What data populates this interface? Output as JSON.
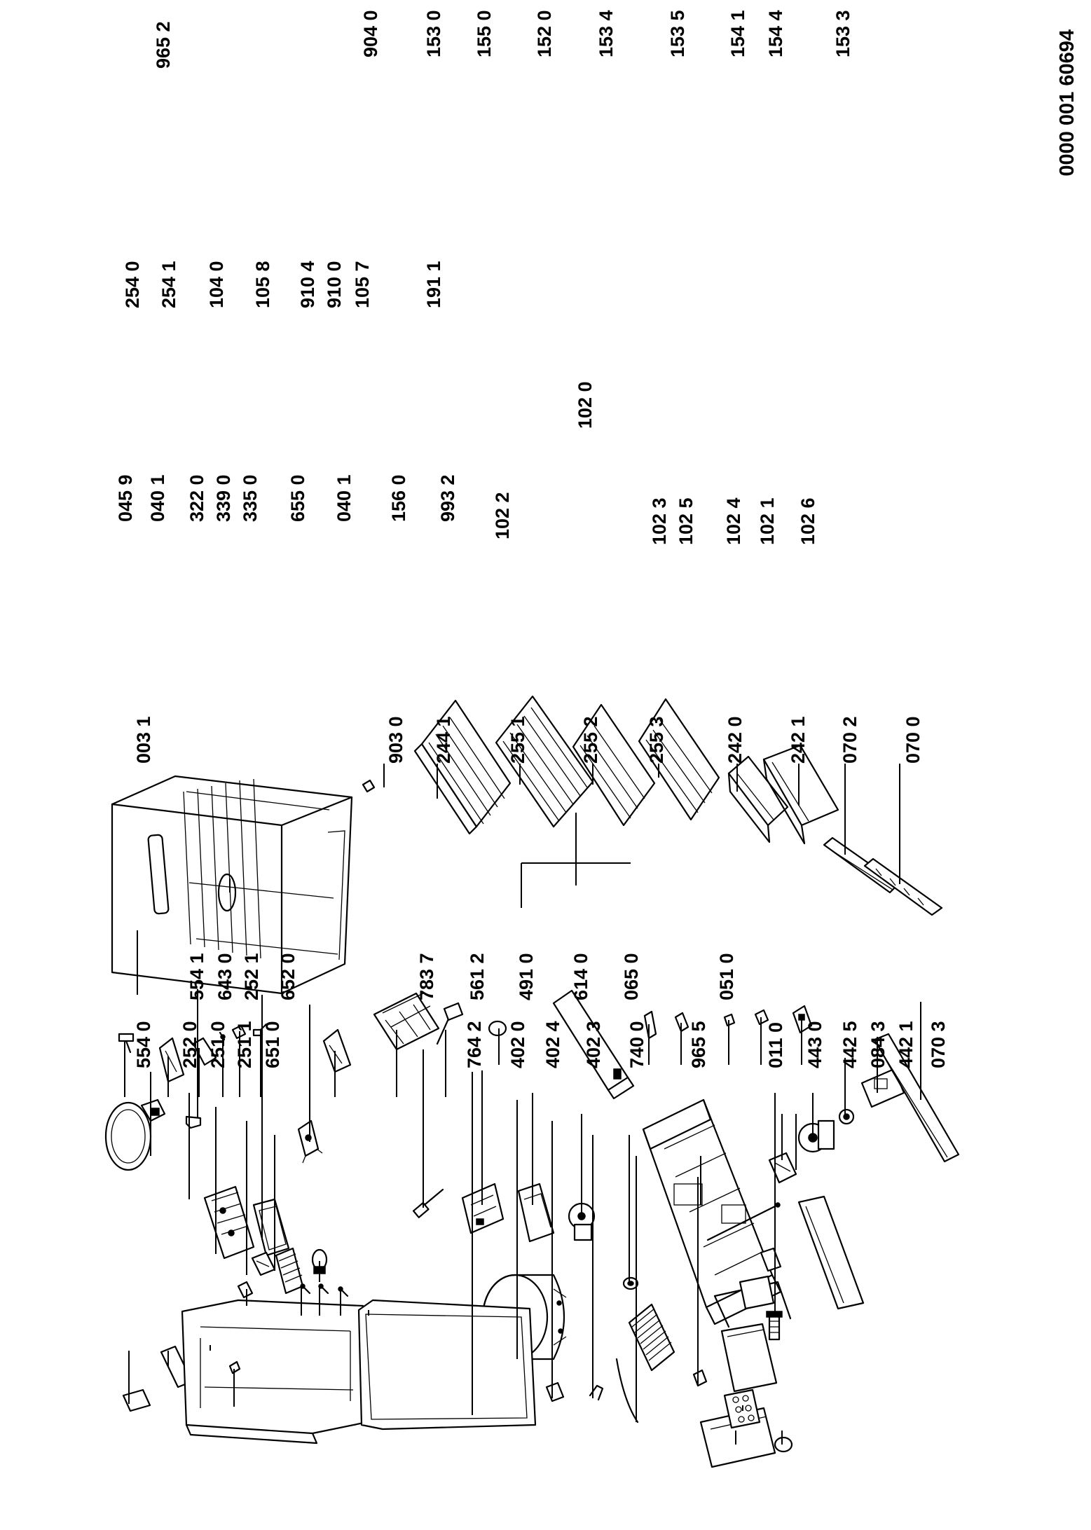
{
  "document_number": "0000 001 60694",
  "labels": {
    "l5540": "554 0",
    "l2520": "252 0",
    "l2510": "251 0",
    "l2511": "251 1",
    "l6510": "651 0",
    "l7642": "764 2",
    "l4020": "402 0",
    "l4024": "402 4",
    "l4023": "402 3",
    "l7400": "740 0",
    "l9655": "965 5",
    "l0110": "011 0",
    "l4430": "443 0",
    "l4425": "442 5",
    "l0843": "084 3",
    "l4421": "442 1",
    "l0703": "070 3",
    "l5541": "554 1",
    "l6430": "643 0",
    "l2521": "252 1",
    "l6520": "652 0",
    "l7837": "783 7",
    "l5612": "561 2",
    "l4910": "491 0",
    "l6140": "614 0",
    "l0650": "065 0",
    "l0510": "051 0",
    "l0031": "003 1",
    "l9030": "903 0",
    "l2441": "244 1",
    "l2551": "255 1",
    "l2552": "255 2",
    "l2553": "255 3",
    "l2420": "242 0",
    "l2421": "242 1",
    "l0702": "070 2",
    "l0700": "070 0",
    "l0459": "045 9",
    "l0401a": "040 1",
    "l3220": "322 0",
    "l3390": "339 0",
    "l3350": "335 0",
    "l6550": "655 0",
    "l0401b": "040 1",
    "l1560": "156 0",
    "l9932": "993 2",
    "l1022": "102 2",
    "l1020": "102 0",
    "l1023": "102 3",
    "l1025": "102 5",
    "l1024": "102 4",
    "l1021": "102 1",
    "l1026": "102 6",
    "l2540": "254 0",
    "l2541": "254 1",
    "l1040": "104 0",
    "l1058": "105 8",
    "l9104": "910 4",
    "l9100": "910 0",
    "l1057": "105 7",
    "l1911": "191 1",
    "l9652": "965 2",
    "l9040": "904 0",
    "l1530": "153 0",
    "l1550": "155 0",
    "l1520": "152 0",
    "l1534": "153 4",
    "l1535": "153 5",
    "l1541": "154 1",
    "l1544": "154 4",
    "l1533": "153 3"
  }
}
